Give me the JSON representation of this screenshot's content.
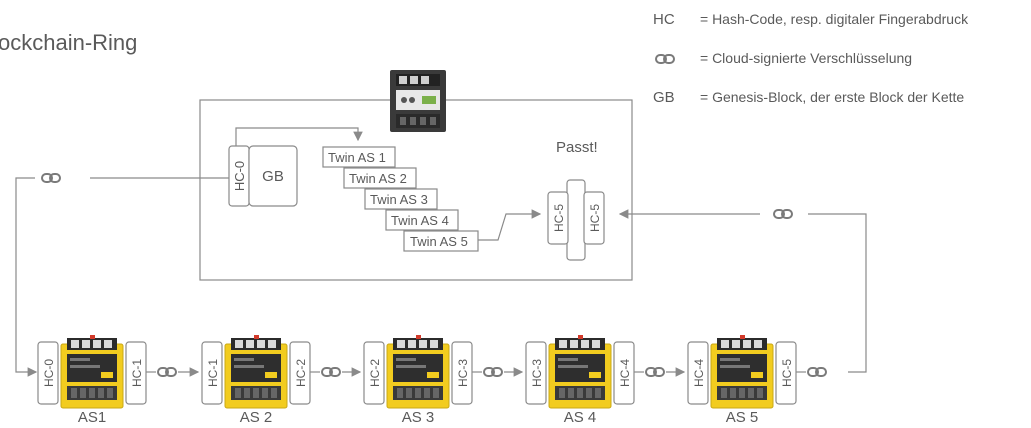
{
  "title": "ockchain-Ring",
  "legend": [
    {
      "abbr": "HC",
      "text": "= Hash-Code, resp. digitaler Fingerabdruck"
    },
    {
      "abbr": "",
      "text": "= Cloud-signierte Verschlüsselung",
      "icon": "chain-link-icon"
    },
    {
      "abbr": "GB",
      "text": "= Genesis-Block, der erste Block der Kette"
    }
  ],
  "center": {
    "hc0": "HC-0",
    "gb": "GB",
    "passt": "Passt!",
    "twins": [
      "Twin AS 1",
      "Twin AS 2",
      "Twin AS 3",
      "Twin AS 4",
      "Twin AS 5"
    ],
    "hc5_left": "HC-5",
    "hc5_right": "HC-5"
  },
  "stations": [
    {
      "left": "HC-0",
      "right": "HC-1",
      "label": "AS1"
    },
    {
      "left": "HC-1",
      "right": "HC-2",
      "label": "AS 2"
    },
    {
      "left": "HC-2",
      "right": "HC-3",
      "label": "AS 3"
    },
    {
      "left": "HC-3",
      "right": "HC-4",
      "label": "AS 4"
    },
    {
      "left": "HC-4",
      "right": "HC-5",
      "label": "AS 5"
    }
  ],
  "colors": {
    "device_yellow": "#f2cc1f",
    "device_dark": "#2b2b2b",
    "line": "#8a8a8a"
  }
}
